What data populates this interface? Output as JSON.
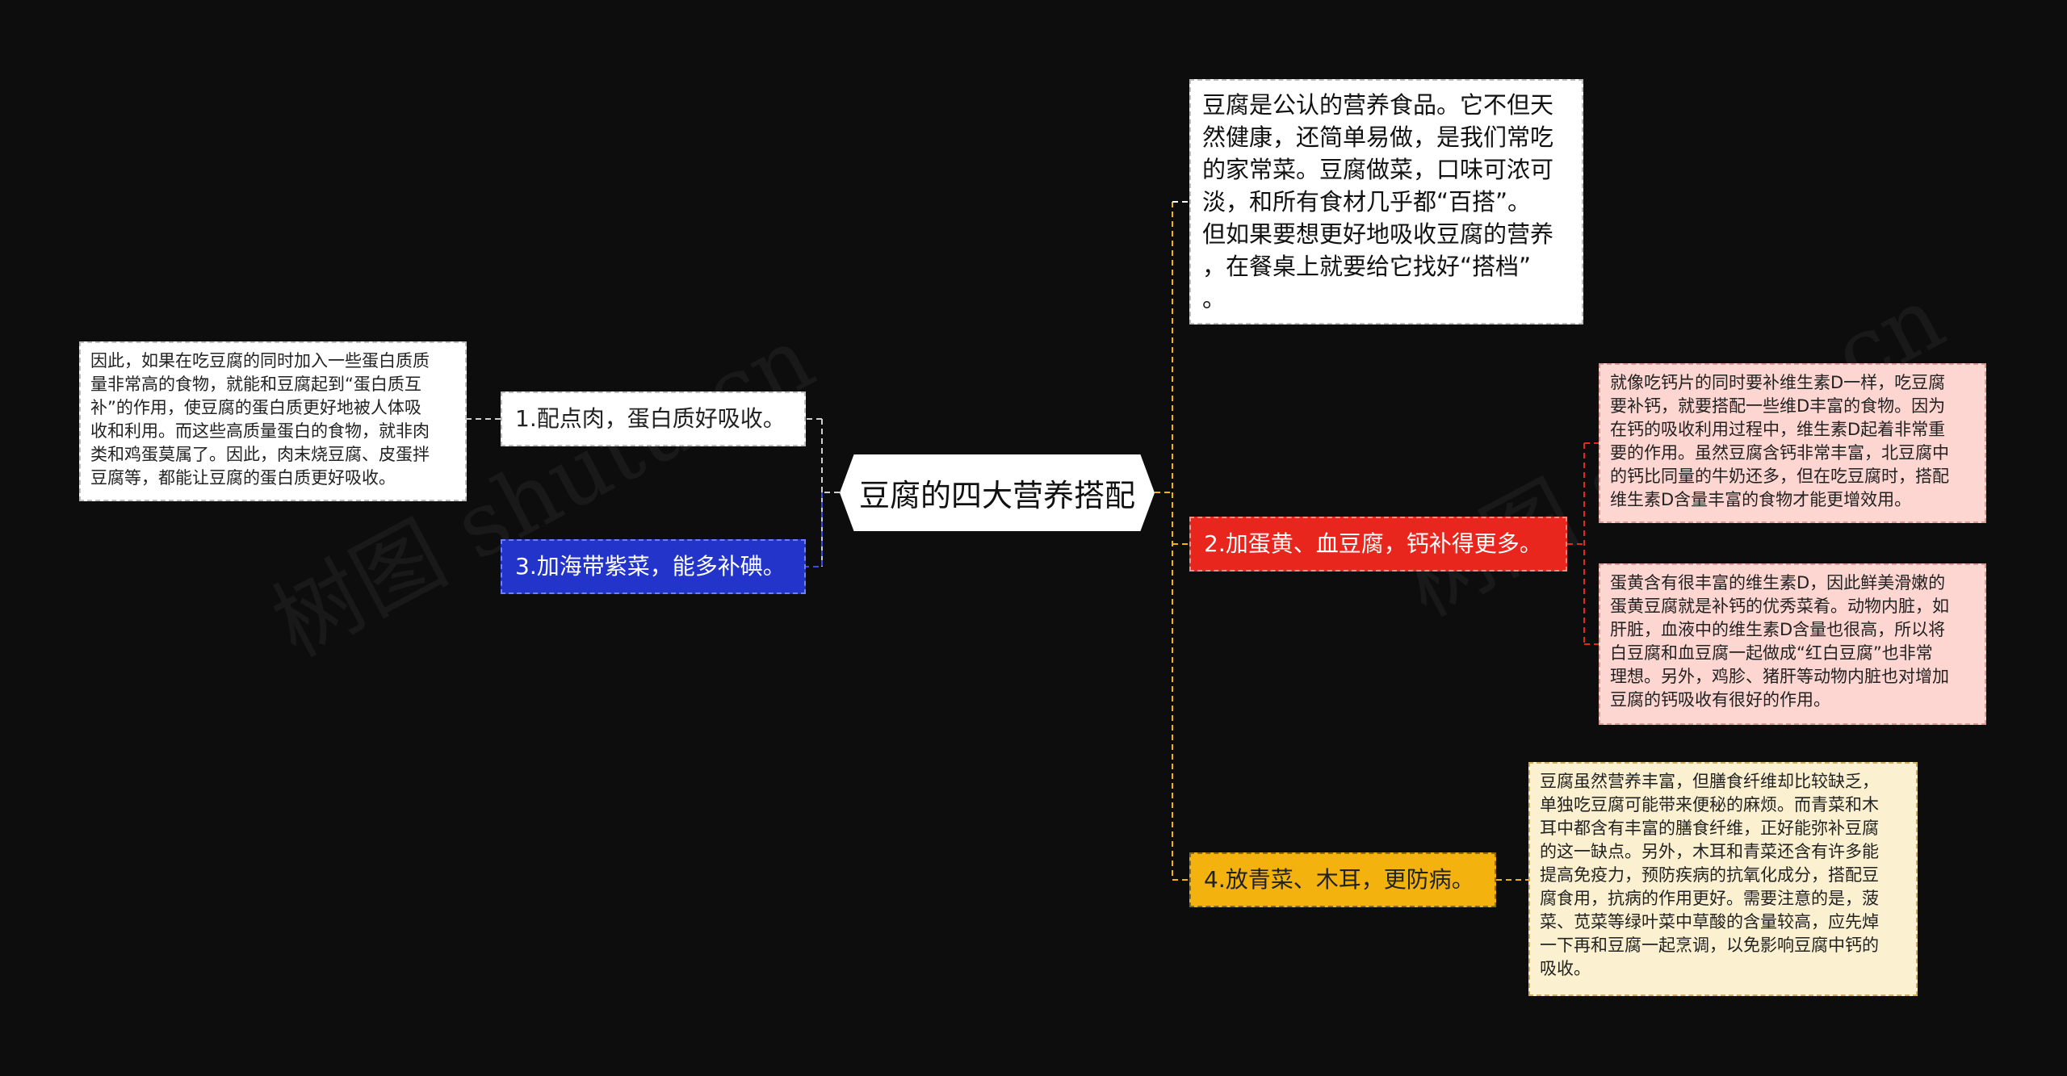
{
  "center": {
    "title": "豆腐的四大营养搭配"
  },
  "intro": "豆腐是公认的营养食品。它不但天\n然健康，还简单易做，是我们常吃\n的家常菜。豆腐做菜，口味可浓可\n淡，和所有食材几乎都“百搭”。\n但如果要想更好地吸收豆腐的营养\n，在餐桌上就要给它找好“搭档”\n。",
  "branches": [
    {
      "label": "1.配点肉，蛋白质好吸收。",
      "color": "#ffffff",
      "details": [
        "因此，如果在吃豆腐的同时加入一些蛋白质质\n量非常高的食物，就能和豆腐起到“蛋白质互\n补”的作用，使豆腐的蛋白质更好地被人体吸\n收和利用。而这些高质量蛋白的食物，就非肉\n类和鸡蛋莫属了。因此，肉末烧豆腐、皮蛋拌\n豆腐等，都能让豆腐的蛋白质更好吸收。"
      ]
    },
    {
      "label": "2.加蛋黄、血豆腐，钙补得更多。",
      "color": "#e8261d",
      "details": [
        "就像吃钙片的同时要补维生素D一样，吃豆腐\n要补钙，就要搭配一些维D丰富的食物。因为\n在钙的吸收利用过程中，维生素D起着非常重\n要的作用。虽然豆腐含钙非常丰富，北豆腐中\n的钙比同量的牛奶还多，但在吃豆腐时，搭配\n维生素D含量丰富的食物才能更增效用。",
        "蛋黄含有很丰富的维生素D，因此鲜美滑嫩的\n蛋黄豆腐就是补钙的优秀菜肴。动物内脏，如\n肝脏，血液中的维生素D含量也很高，所以将\n白豆腐和血豆腐一起做成“红白豆腐”也非常\n理想。另外，鸡胗、猪肝等动物内脏也对增加\n豆腐的钙吸收有很好的作用。"
      ]
    },
    {
      "label": "3.加海带紫菜，能多补碘。",
      "color": "#2234c9",
      "details": []
    },
    {
      "label": "4.放青菜、木耳，更防病。",
      "color": "#f3b20e",
      "details": [
        "豆腐虽然营养丰富，但膳食纤维却比较缺乏，\n单独吃豆腐可能带来便秘的麻烦。而青菜和木\n耳中都含有丰富的膳食纤维，正好能弥补豆腐\n的这一缺点。另外，木耳和青菜还含有许多能\n提高免疫力，预防疾病的抗氧化成分，搭配豆\n腐食用，抗病的作用更好。需要注意的是，菠\n菜、苋菜等绿叶菜中草酸的含量较高，应先焯\n一下再和豆腐一起烹调，以免影响豆腐中钙的\n吸收。"
      ]
    }
  ]
}
